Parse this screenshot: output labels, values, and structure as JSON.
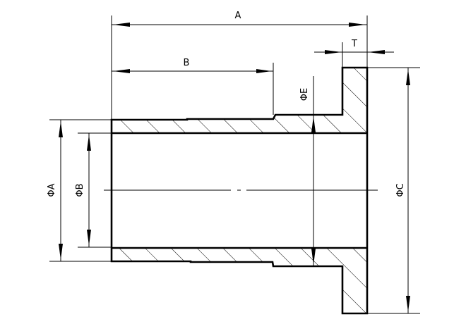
{
  "drawing": {
    "dimensions": {
      "length_total": "A",
      "length_sleeve": "B",
      "flange_thickness": "T",
      "outer_diameter": "ΦA",
      "inner_diameter": "ΦB",
      "flange_diameter": "ΦC",
      "step_diameter": "ΦE"
    },
    "colors": {
      "line": "#000000",
      "background": "#ffffff"
    }
  }
}
